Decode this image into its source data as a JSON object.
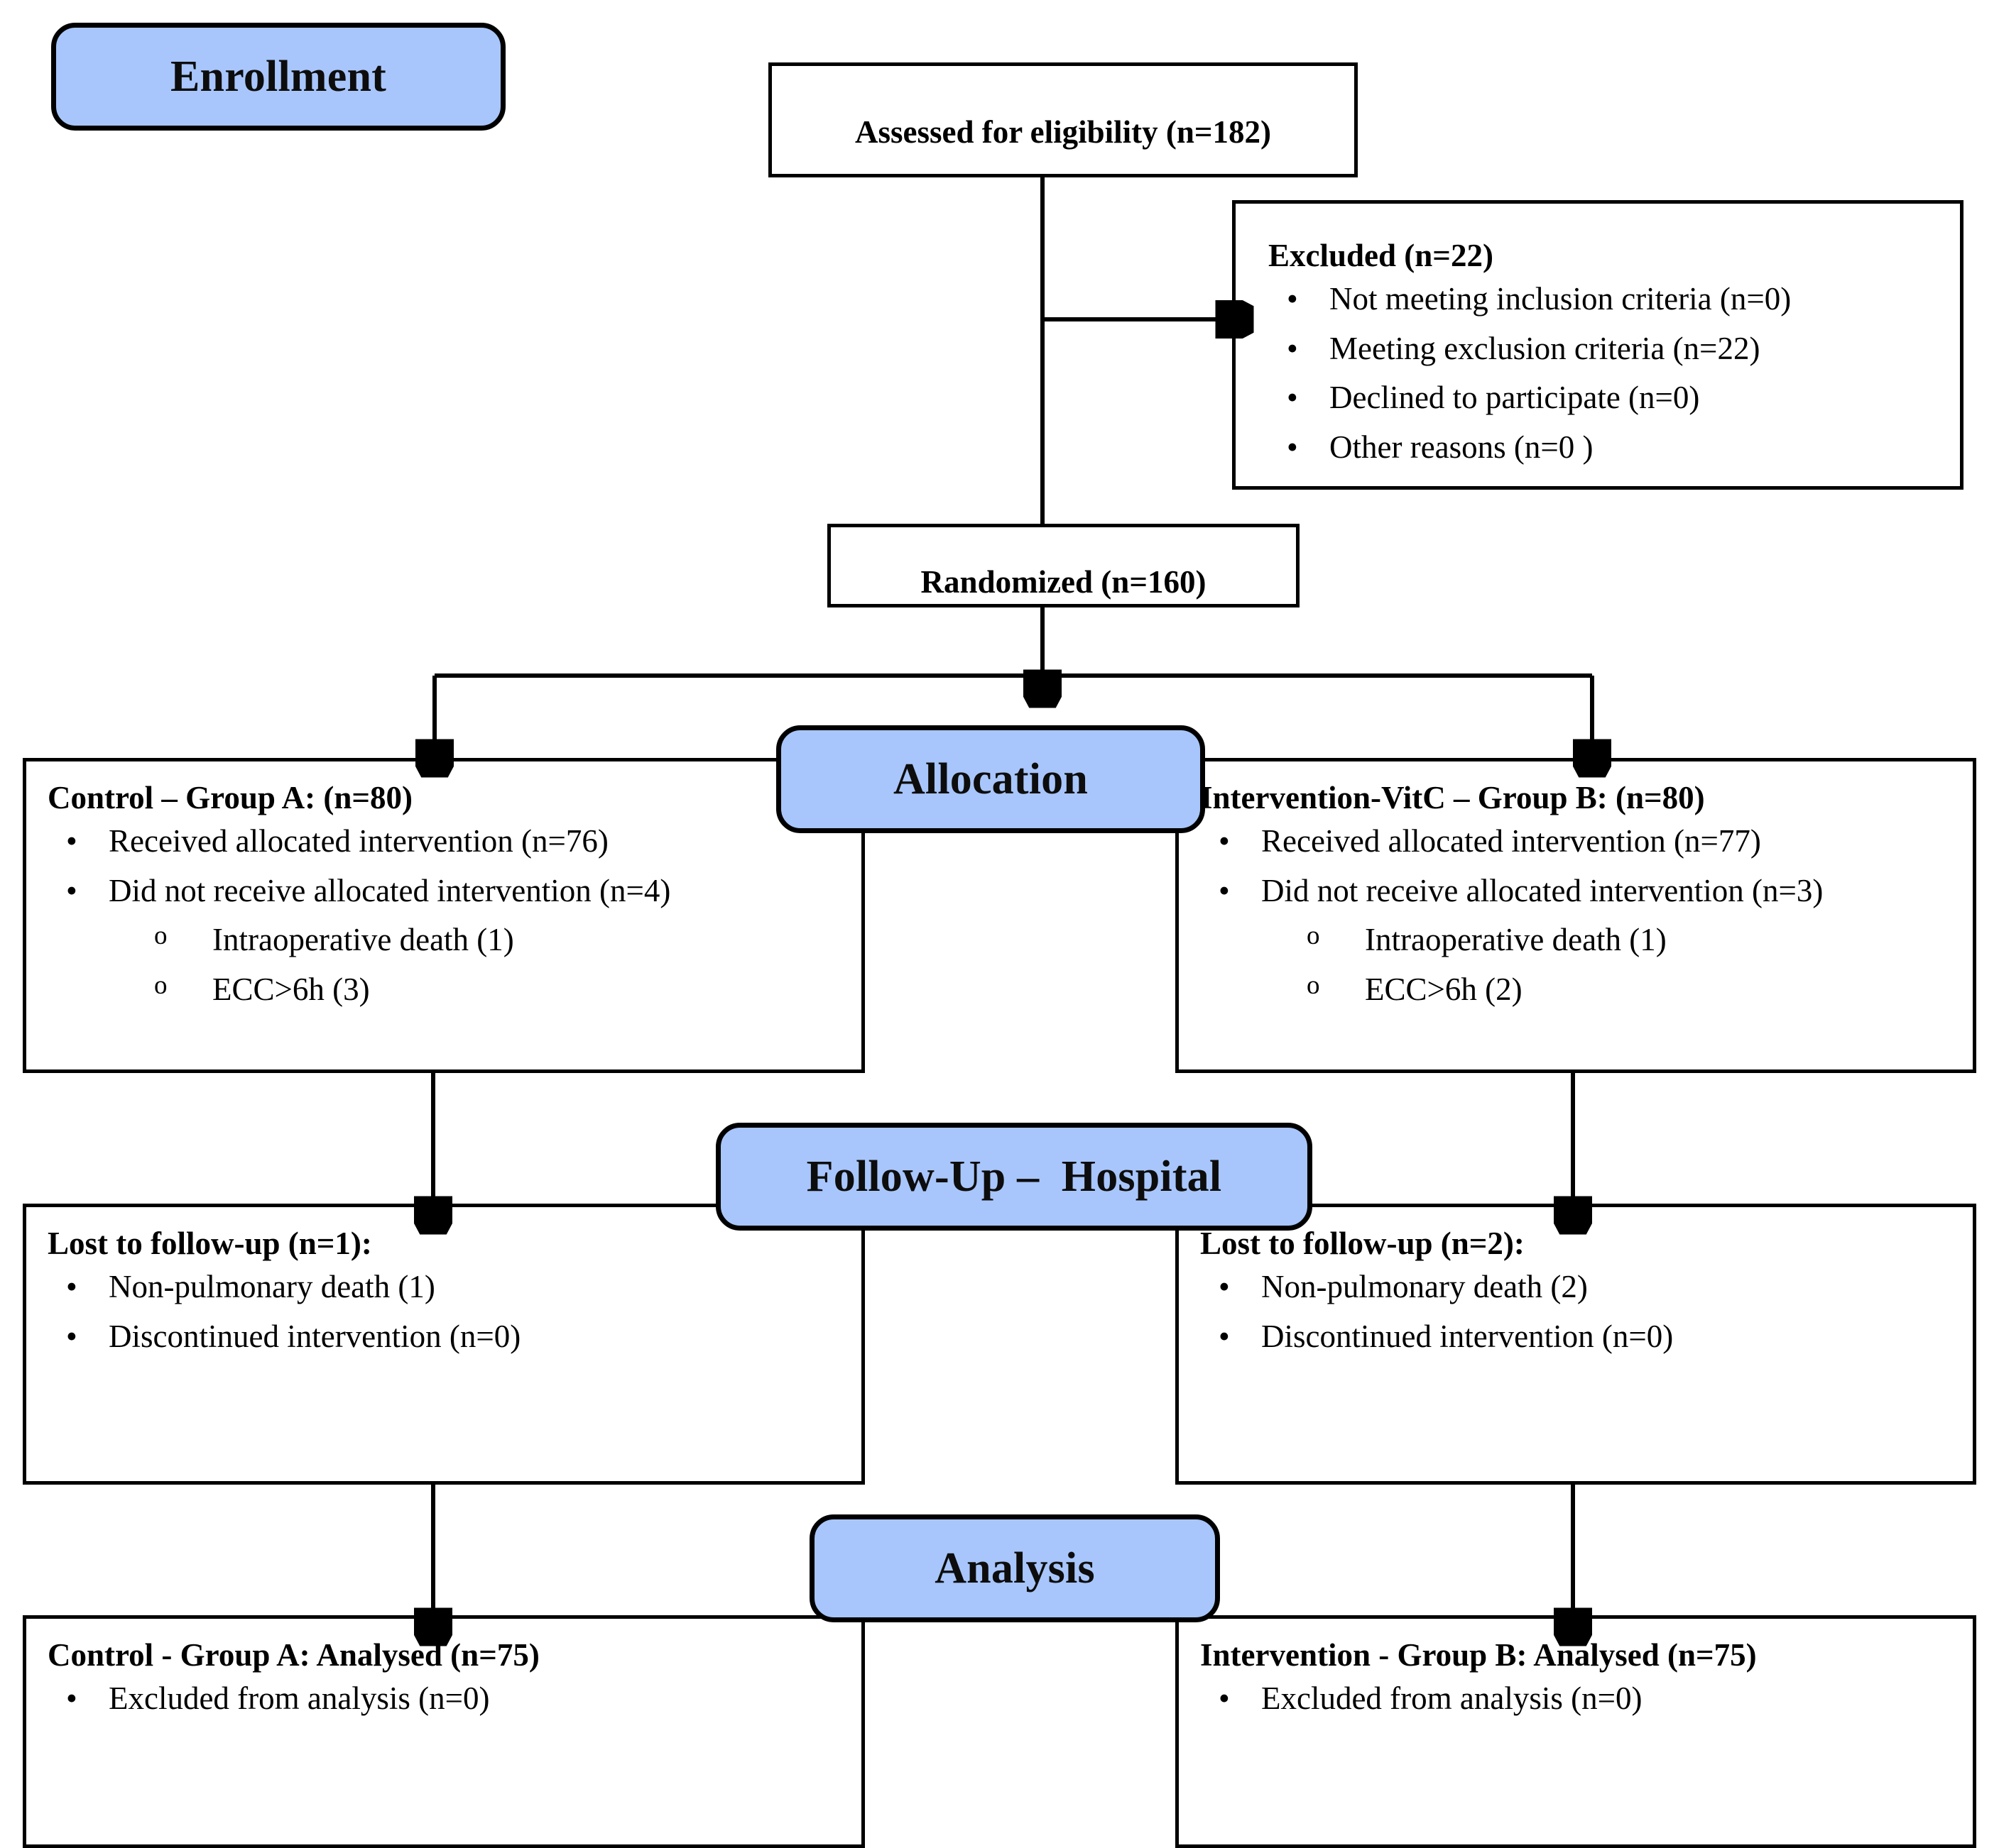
{
  "diagram": {
    "title": "CONSORT participant flow diagram",
    "accent_blue": "#A8C6FB",
    "line_color": "#000000",
    "background": "#FFFFFF"
  },
  "stages": {
    "enrollment": "Enrollment",
    "allocation": "Allocation",
    "followup": "Follow-Up –  Hospital",
    "analysis": "Analysis"
  },
  "enrollment": {
    "assessed": "Assessed for eligibility (n=182)",
    "excluded_title": "Excluded  (n=22)",
    "excluded_items": [
      "Not meeting inclusion criteria (n=0)",
      "Meeting exclusion criteria (n=22)",
      "Declined to participate (n=0)",
      "Other reasons (n=0 )"
    ],
    "randomized": "Randomized (n=160)"
  },
  "allocation": {
    "left": {
      "title": "Control – Group A: (n=80)",
      "items": [
        {
          "text": "Received allocated intervention (n=76)",
          "level": 1
        },
        {
          "text": "Did not receive allocated intervention (n=4)",
          "level": 1
        },
        {
          "text": "Intraoperative death (1)",
          "level": 2
        },
        {
          "text": "ECC>6h (3)",
          "level": 2
        }
      ]
    },
    "right": {
      "title": "Intervention-VitC – Group B: (n=80)",
      "items": [
        {
          "text": "Received allocated intervention (n=77)",
          "level": 1
        },
        {
          "text": "Did not receive allocated intervention (n=3)",
          "level": 1
        },
        {
          "text": "Intraoperative death (1)",
          "level": 2
        },
        {
          "text": "ECC>6h (2)",
          "level": 2
        }
      ]
    }
  },
  "followup": {
    "left": {
      "title": "Lost to follow-up (n=1):",
      "items": [
        {
          "text": "Non-pulmonary death (1)",
          "level": 1
        },
        {
          "text": "Discontinued intervention (n=0)",
          "level": 1
        }
      ]
    },
    "right": {
      "title": "Lost to follow-up (n=2):",
      "items": [
        {
          "text": "Non-pulmonary death (2)",
          "level": 1
        },
        {
          "text": "Discontinued intervention (n=0)",
          "level": 1
        }
      ]
    }
  },
  "analysis": {
    "left": {
      "title": "Control - Group A: Analysed  (n=75)",
      "items": [
        {
          "text": "Excluded from analysis (n=0)",
          "level": 1
        }
      ]
    },
    "right": {
      "title": "Intervention - Group B: Analysed  (n=75)",
      "items": [
        {
          "text": "Excluded from analysis (n=0)",
          "level": 1
        }
      ]
    }
  },
  "bullets": {
    "level1": "•",
    "level2": "o"
  }
}
